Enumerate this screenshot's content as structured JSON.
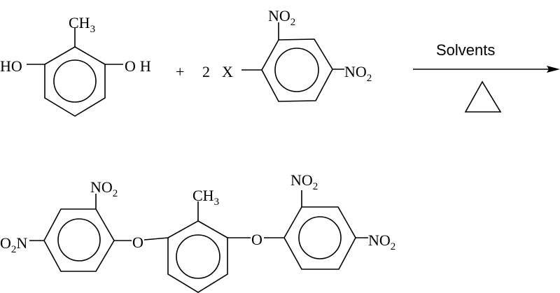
{
  "reaction": {
    "reactant1": {
      "name": "2-methylresorcinol",
      "substituents": {
        "methyl": {
          "main": "CH",
          "sub": "3"
        },
        "hydroxyl_left": "HO",
        "hydroxyl_right": "OH"
      }
    },
    "plus": "+",
    "reactant2": {
      "coefficient": "2",
      "leaving_group": "X",
      "substituents": {
        "nitro_top": {
          "main": "NO",
          "sub": "2"
        },
        "nitro_right": {
          "main": "NO",
          "sub": "2"
        }
      }
    },
    "conditions": {
      "reagent": "Solvents",
      "heat_symbol": "△"
    },
    "product": {
      "substituents": {
        "left_ring_nitro_para": {
          "pre": "O",
          "sub": "2",
          "post": "N"
        },
        "left_ring_nitro_ortho": {
          "main": "NO",
          "sub": "2"
        },
        "ether_left": "O",
        "methyl": {
          "main": "CH",
          "sub": "3"
        },
        "ether_right": "O",
        "right_ring_nitro_ortho": {
          "main": "NO",
          "sub": "2"
        },
        "right_ring_nitro_para": {
          "main": "NO",
          "sub": "2"
        }
      }
    }
  }
}
